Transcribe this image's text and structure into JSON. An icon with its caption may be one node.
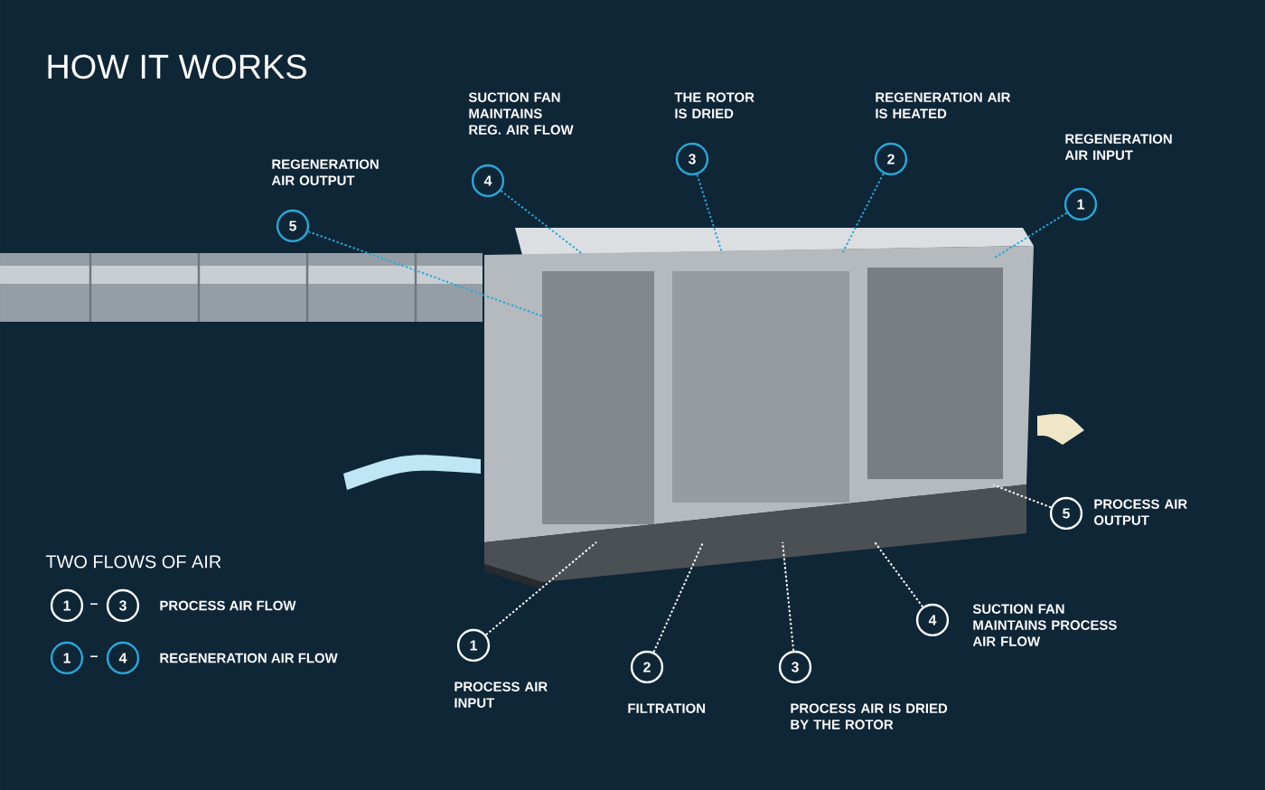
{
  "diagram": {
    "title": "HOW IT WORKS",
    "nodes": [
      {
        "text": [
          "5"
        ],
        "beside": [
          "REGENERATION AIR OUTPUT"
        ]
      },
      {
        "text": [
          "4"
        ],
        "beside": [
          "SUCTION FAN MAINTAINS REG. AIR FLOW"
        ]
      },
      {
        "text": [
          "3"
        ],
        "beside": [
          "THE ROTOR IS DRIED"
        ]
      },
      {
        "text": [
          "2"
        ],
        "beside": [
          "REGENERATION AIR IS HEATED"
        ]
      },
      {
        "text": [
          "1"
        ],
        "beside": [
          "REGENERATION AIR INPUT"
        ]
      },
      {
        "text": [
          "1"
        ],
        "beside": [
          "PROCESS AIR INPUT"
        ]
      },
      {
        "text": [
          "2"
        ],
        "beside": [
          "FILTRATION"
        ]
      },
      {
        "text": [
          "3"
        ],
        "beside": [
          "PROCESS AIR IS DRIED BY THE ROTOR"
        ]
      },
      {
        "text": [
          "4"
        ],
        "beside": [
          "SUCTION FAN MAINTAINS PROCESS AIR FLOW"
        ]
      },
      {
        "text": [
          "5"
        ],
        "beside": [
          "PROCESS AIR OUTPUT"
        ]
      },
      {
        "text": [],
        "shape": "picture"
      },
      {
        "text": [
          "1"
        ]
      },
      {
        "text": [
          "3"
        ]
      },
      {
        "text": [
          "1"
        ]
      },
      {
        "text": [
          "4"
        ]
      }
    ],
    "edges": [
      {
        "from": 0,
        "to": 10,
        "arrow": "none",
        "style": "dashed",
        "color": "#2aa7d8"
      },
      {
        "from": 1,
        "to": 10,
        "arrow": "none",
        "style": "dashed",
        "color": "#2aa7d8"
      },
      {
        "from": 2,
        "to": 10,
        "arrow": "none",
        "style": "dashed",
        "color": "#2aa7d8"
      },
      {
        "from": 3,
        "to": 10,
        "arrow": "none",
        "style": "dashed",
        "color": "#2aa7d8"
      },
      {
        "from": 4,
        "to": 10,
        "arrow": "none",
        "style": "dashed",
        "color": "#2aa7d8"
      },
      {
        "from": 5,
        "to": 10,
        "arrow": "none",
        "style": "dashed",
        "color": "#ffffff"
      },
      {
        "from": 6,
        "to": 10,
        "arrow": "none",
        "style": "dashed",
        "color": "#ffffff"
      },
      {
        "from": 7,
        "to": 10,
        "arrow": "none",
        "style": "dashed",
        "color": "#ffffff"
      },
      {
        "from": 8,
        "to": 10,
        "arrow": "none",
        "style": "dashed",
        "color": "#ffffff"
      },
      {
        "from": 9,
        "to": 10,
        "arrow": "none",
        "style": "dashed",
        "color": "#ffffff"
      }
    ],
    "labels": [
      "TWO FLOWS OF AIR",
      "–",
      "PROCESS AIR FLOW",
      "–",
      "REGENERATION AIR FLOW"
    ]
  }
}
